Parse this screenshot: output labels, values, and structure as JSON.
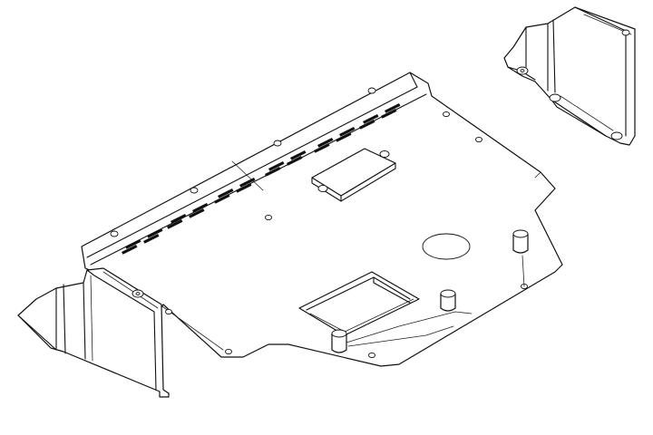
{
  "drawing": {
    "parts": [
      {
        "name": "skid-plate"
      },
      {
        "name": "left-side-guard"
      },
      {
        "name": "right-side-guard"
      }
    ],
    "line_color": "#111111",
    "background": "#ffffff"
  }
}
